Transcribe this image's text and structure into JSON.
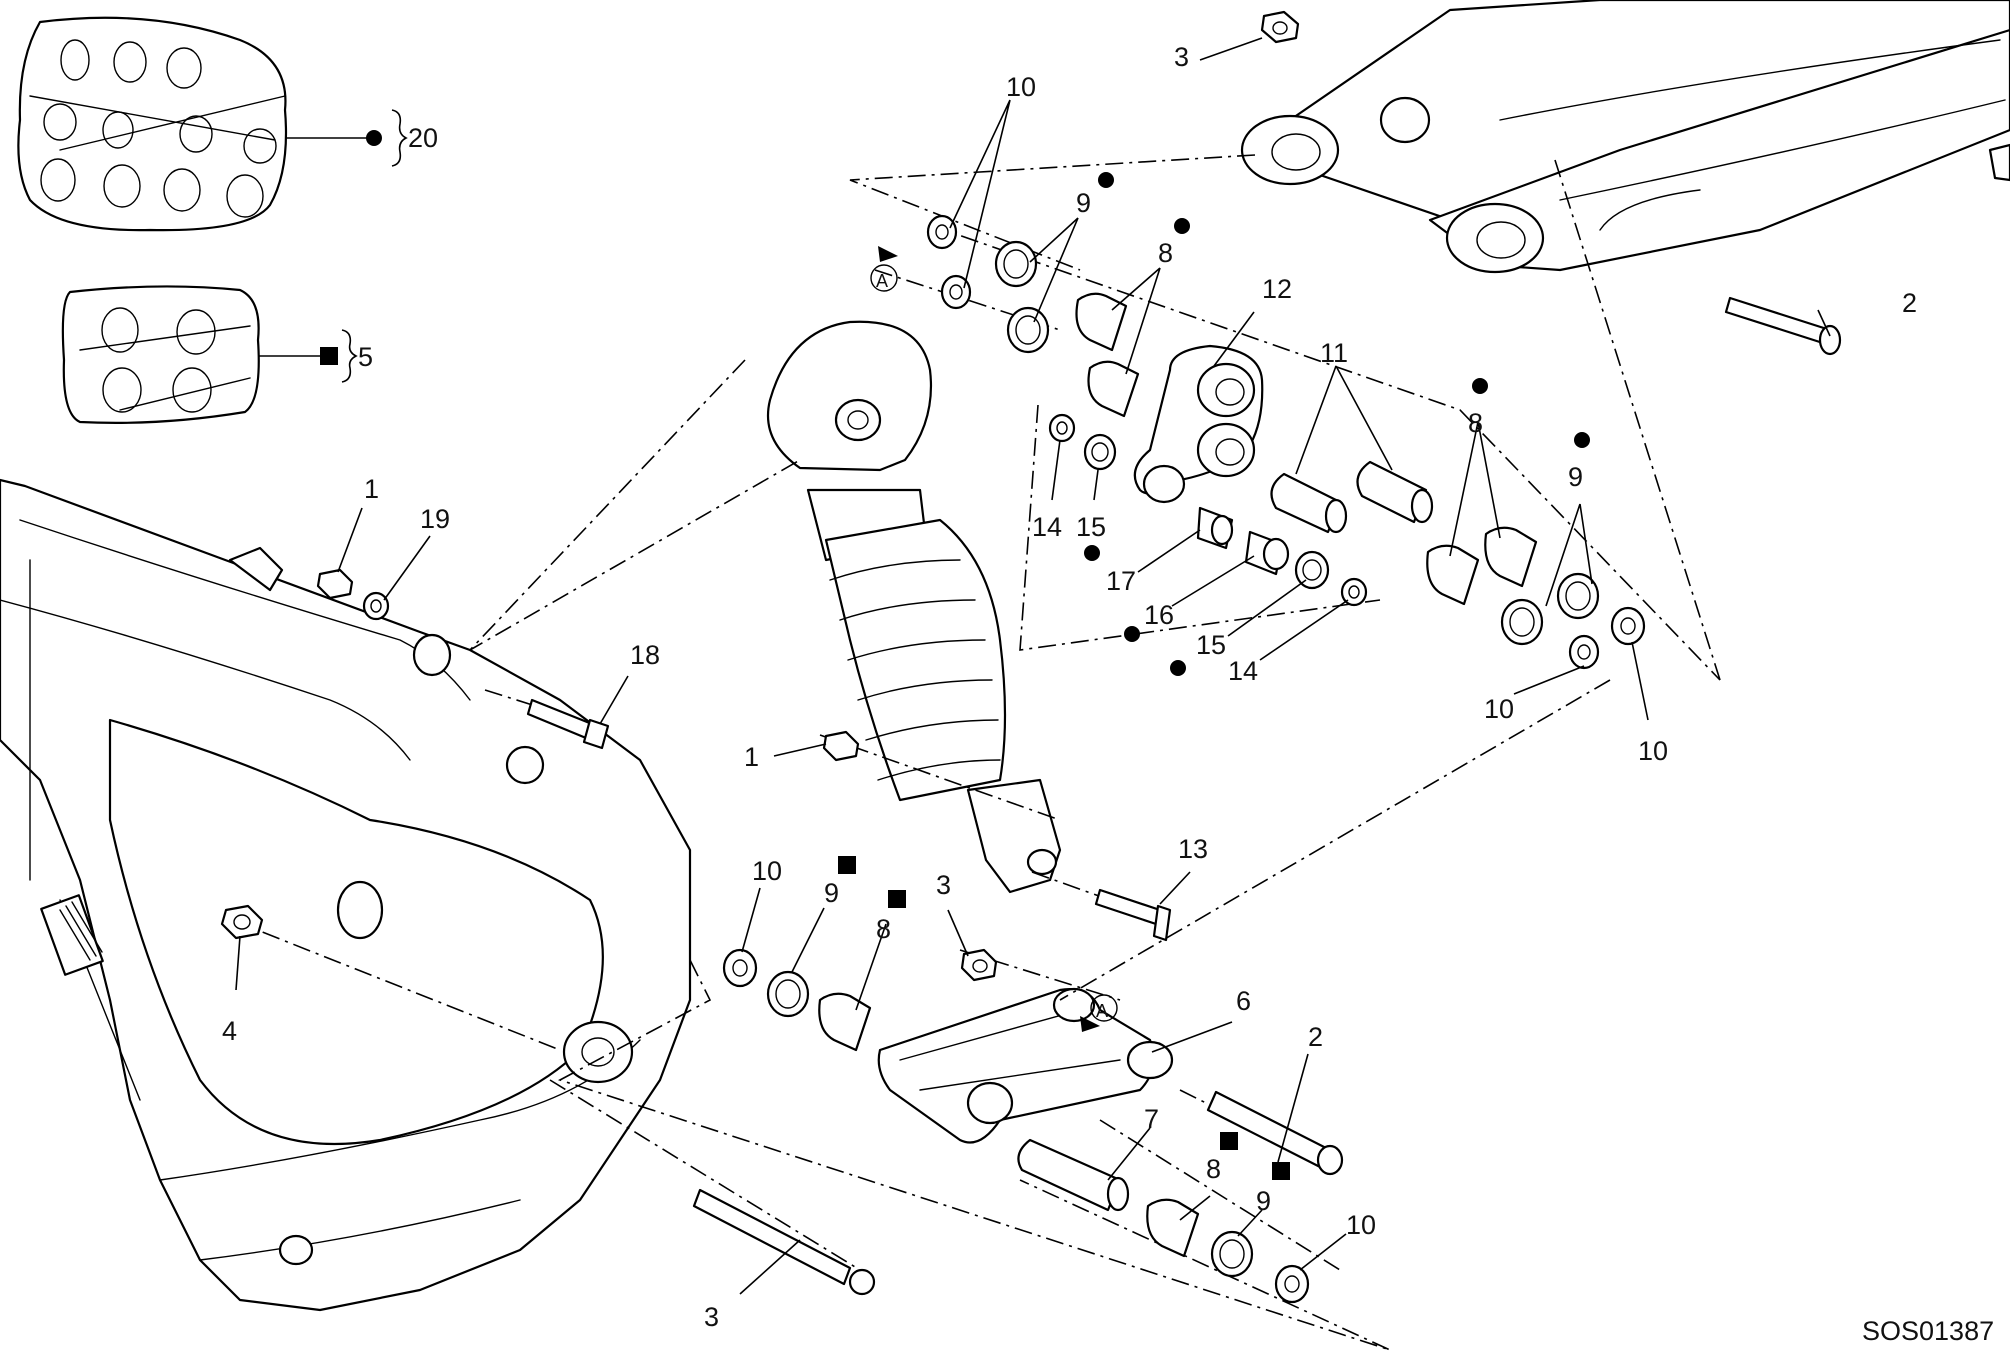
{
  "drawing_code": "SOS01387",
  "ref_marker": "A",
  "kit_labels": {
    "bearing_kit": "20",
    "bushing_kit": "5"
  },
  "callouts": [
    {
      "id": "c1",
      "text": "1"
    },
    {
      "id": "c1b",
      "text": "1"
    },
    {
      "id": "c2",
      "text": "2"
    },
    {
      "id": "c2b",
      "text": "2"
    },
    {
      "id": "c3",
      "text": "3"
    },
    {
      "id": "c3b",
      "text": "3"
    },
    {
      "id": "c3c",
      "text": "3"
    },
    {
      "id": "c4",
      "text": "4"
    },
    {
      "id": "c6",
      "text": "6"
    },
    {
      "id": "c7",
      "text": "7"
    },
    {
      "id": "c8a",
      "text": "8"
    },
    {
      "id": "c8b",
      "text": "8"
    },
    {
      "id": "c8c",
      "text": "8"
    },
    {
      "id": "c8d",
      "text": "8"
    },
    {
      "id": "c9a",
      "text": "9"
    },
    {
      "id": "c9b",
      "text": "9"
    },
    {
      "id": "c9c",
      "text": "9"
    },
    {
      "id": "c9d",
      "text": "9"
    },
    {
      "id": "c10a",
      "text": "10"
    },
    {
      "id": "c10b",
      "text": "10"
    },
    {
      "id": "c10c",
      "text": "10"
    },
    {
      "id": "c10d",
      "text": "10"
    },
    {
      "id": "c10e",
      "text": "10"
    },
    {
      "id": "c11",
      "text": "11"
    },
    {
      "id": "c12",
      "text": "12"
    },
    {
      "id": "c13",
      "text": "13"
    },
    {
      "id": "c14a",
      "text": "14"
    },
    {
      "id": "c14b",
      "text": "14"
    },
    {
      "id": "c15a",
      "text": "15"
    },
    {
      "id": "c15b",
      "text": "15"
    },
    {
      "id": "c16",
      "text": "16"
    },
    {
      "id": "c17",
      "text": "17"
    },
    {
      "id": "c18",
      "text": "18"
    },
    {
      "id": "c19",
      "text": "19"
    }
  ]
}
